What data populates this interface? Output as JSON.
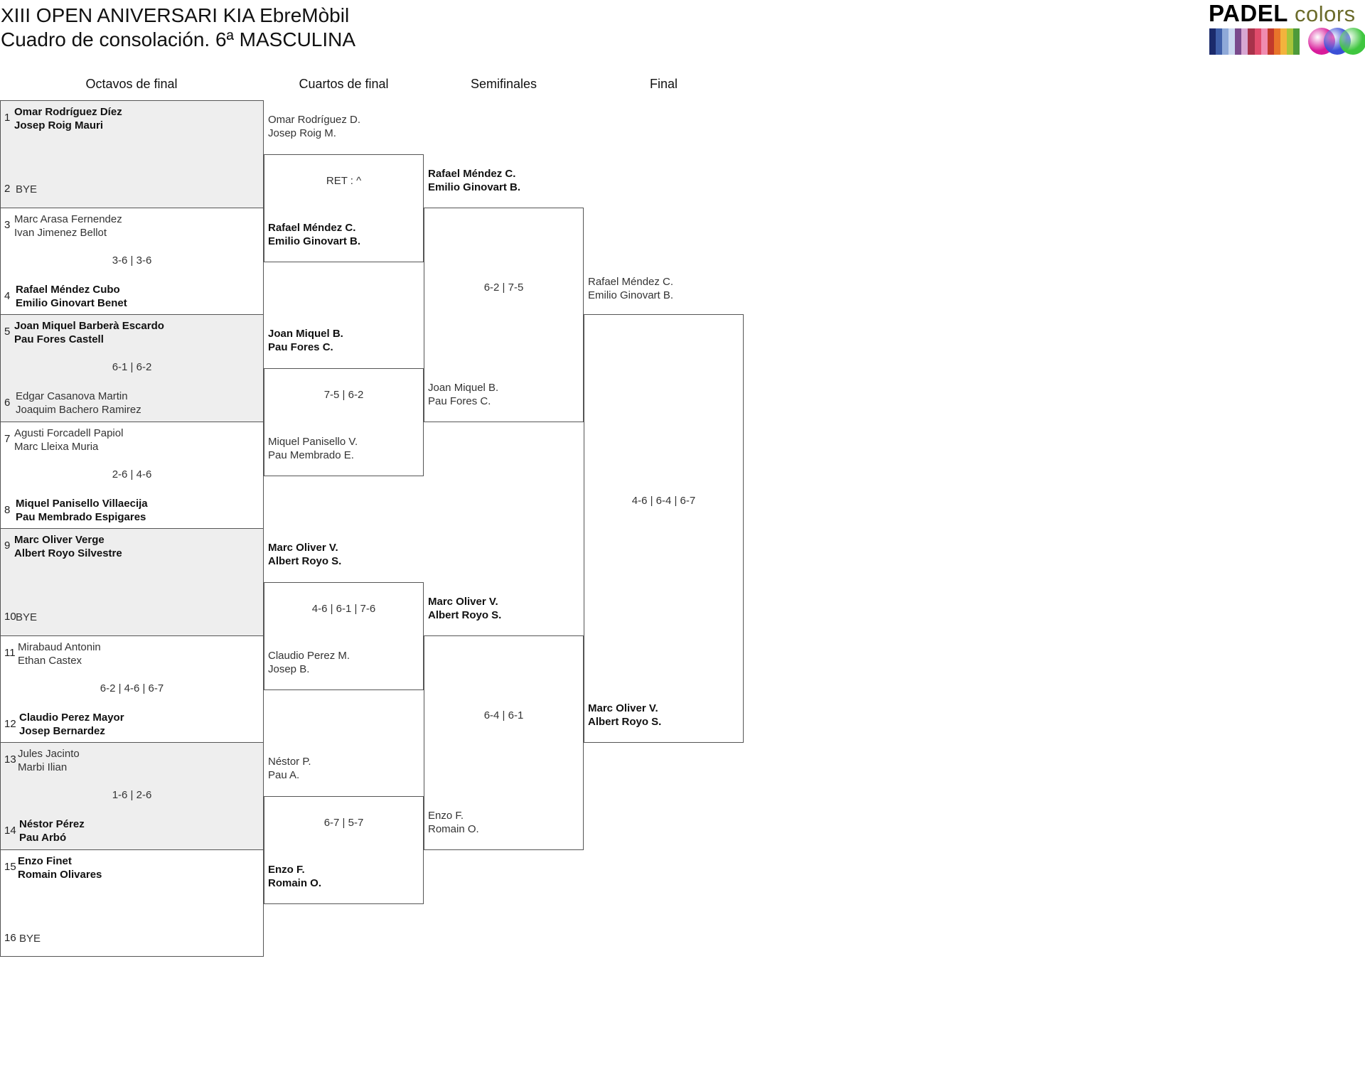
{
  "header": {
    "title": "XIII OPEN ANIVERSARI KIA EbreMòbil",
    "subtitle": "Cuadro de consolación. 6ª MASCULINA"
  },
  "logo": {
    "word1": "PADEL",
    "word2": "colors",
    "stripe_colors": [
      "#1b2a6b",
      "#3f5fa8",
      "#8fa9d8",
      "#c9d6ee",
      "#7a4a8c",
      "#d7a6d2",
      "#a8324a",
      "#e04b6b",
      "#f08bb0",
      "#c23a2b",
      "#e8742a",
      "#f3b33d",
      "#a7c53a",
      "#4e9a3a"
    ],
    "ball_colors": [
      "#d81b9a",
      "#3b4fd6",
      "#3fc63f"
    ]
  },
  "rounds": [
    "Octavos de final",
    "Cuartos de final",
    "Semifinales",
    "Final"
  ],
  "r16": [
    {
      "a_seed": "1",
      "a": [
        "Omar Rodríguez Díez",
        "Josep Roig Mauri"
      ],
      "b_seed": "2",
      "b": [
        "BYE"
      ],
      "score": "",
      "winner": "a"
    },
    {
      "a_seed": "3",
      "a": [
        "Marc Arasa Fernendez",
        "Ivan Jimenez Bellot"
      ],
      "b_seed": "4",
      "b": [
        "Rafael Méndez Cubo",
        "Emilio Ginovart Benet"
      ],
      "score": "3-6 | 3-6",
      "winner": "b"
    },
    {
      "a_seed": "5",
      "a": [
        "Joan Miquel Barberà Escardo",
        "Pau Fores Castell"
      ],
      "b_seed": "6",
      "b": [
        "Edgar Casanova Martin",
        "Joaquim Bachero Ramirez"
      ],
      "score": "6-1 | 6-2",
      "winner": "a"
    },
    {
      "a_seed": "7",
      "a": [
        "Agusti Forcadell Papiol",
        "Marc Lleixa Muria"
      ],
      "b_seed": "8",
      "b": [
        "Miquel Panisello Villaecija",
        "Pau Membrado Espigares"
      ],
      "score": "2-6 | 4-6",
      "winner": "b"
    },
    {
      "a_seed": "9",
      "a": [
        "Marc Oliver Verge",
        "Albert Royo Silvestre"
      ],
      "b_seed": "10",
      "b": [
        "BYE"
      ],
      "score": "",
      "winner": "a"
    },
    {
      "a_seed": "11",
      "a": [
        "Mirabaud Antonin",
        "Ethan Castex"
      ],
      "b_seed": "12",
      "b": [
        "Claudio Perez Mayor",
        "Josep Bernardez"
      ],
      "score": "6-2 | 4-6 | 6-7",
      "winner": "b"
    },
    {
      "a_seed": "13",
      "a": [
        "Jules Jacinto",
        "Marbi Ilian"
      ],
      "b_seed": "14",
      "b": [
        "Néstor Pérez",
        "Pau Arbó"
      ],
      "score": "1-6 | 2-6",
      "winner": "b"
    },
    {
      "a_seed": "15",
      "a": [
        "Enzo Finet",
        "Romain Olivares"
      ],
      "b_seed": "16",
      "b": [
        "BYE"
      ],
      "score": "",
      "winner": "a"
    }
  ],
  "qf": [
    {
      "a": [
        "Omar Rodríguez D.",
        "Josep Roig M."
      ],
      "b": [
        "Rafael Méndez C.",
        "Emilio Ginovart B."
      ],
      "score": "RET : ^",
      "winner": "b"
    },
    {
      "a": [
        "Joan Miquel B.",
        "Pau Fores C."
      ],
      "b": [
        "Miquel Panisello V.",
        "Pau Membrado E."
      ],
      "score": "7-5 | 6-2",
      "winner": "a"
    },
    {
      "a": [
        "Marc Oliver V.",
        "Albert Royo S."
      ],
      "b": [
        "Claudio Perez M.",
        "Josep B."
      ],
      "score": "4-6 | 6-1 | 7-6",
      "winner": "a"
    },
    {
      "a": [
        "Néstor P.",
        "Pau A."
      ],
      "b": [
        "Enzo F.",
        "Romain O."
      ],
      "score": "6-7 | 5-7",
      "winner": "b"
    }
  ],
  "sf": [
    {
      "a": [
        "Rafael Méndez C.",
        "Emilio Ginovart B."
      ],
      "b": [
        "Joan Miquel B.",
        "Pau Fores C."
      ],
      "score": "6-2 | 7-5",
      "winner": "a"
    },
    {
      "a": [
        "Marc Oliver V.",
        "Albert Royo S."
      ],
      "b": [
        "Enzo F.",
        "Romain O."
      ],
      "score": "6-4 | 6-1",
      "winner": "a"
    }
  ],
  "final": {
    "a": [
      "Rafael Méndez C.",
      "Emilio Ginovart B."
    ],
    "b": [
      "Marc Oliver V.",
      "Albert Royo S."
    ],
    "score": "4-6 | 6-4 | 6-7",
    "winner": "b"
  }
}
